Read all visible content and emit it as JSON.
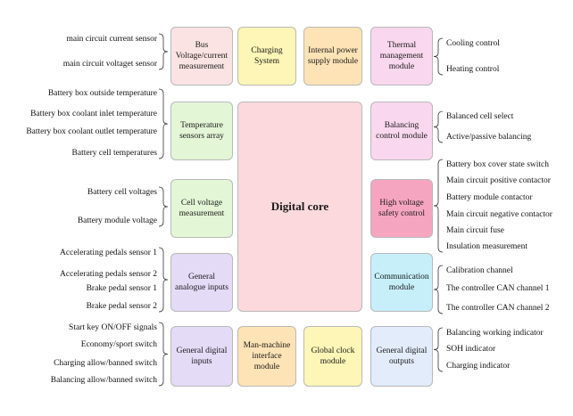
{
  "colors": {
    "pink": "#fbe3e3",
    "yellow": "#fdf6b6",
    "orange": "#fde3b5",
    "mauve": "#f9d7ee",
    "green": "#e3f6d6",
    "purple": "#e4dbf7",
    "red": "#f6a5c0",
    "cyan": "#c6effa",
    "blue": "#e2ecfb",
    "core": "#fcd9dd"
  },
  "modules": {
    "bus_voltage": "Bus Voltage/current measurement",
    "charging": "Charging System",
    "internal_power": "Internal power supply module",
    "thermal": "Thermal management module",
    "temperature": "Temperature sensors array",
    "balancing": "Balancing control module",
    "cell_voltage": "Cell voltage measurement",
    "high_voltage": "High voltage safety control",
    "analogue": "General analogue inputs",
    "communication": "Communication module",
    "digital_inputs": "General digital inputs",
    "man_machine": "Man-machine interface module",
    "global_clock": "Global clock module",
    "digital_outputs": "General digital outputs",
    "core": "Digital core"
  },
  "left_labels": {
    "bus": [
      "main circuit current sensor",
      "main circuit voltaget sensor"
    ],
    "temperature": [
      "Battery box outside temperature",
      "Battery box coolant inlet temperature",
      "Battery box coolant outlet temperature",
      "Battery cell temperatures"
    ],
    "cell_voltage": [
      "Battery cell voltages",
      "Battery module voltage"
    ],
    "analogue": [
      "Accelerating pedals sensor 1",
      "Accelerating pedals sensor 2",
      "Brake pedal sensor 1",
      "Brake pedal sensor 2"
    ],
    "digital": [
      "Start key ON/OFF signals",
      "Economy/sport switch",
      "Charging allow/banned switch",
      "Balancing allow/banned switch"
    ]
  },
  "right_labels": {
    "thermal": [
      "Cooling control",
      "Heating control"
    ],
    "balancing": [
      "Balanced cell select",
      "Active/passive balancing"
    ],
    "high_voltage": [
      "Battery box cover state switch",
      "Main circuit positive contactor",
      "Battery module contactor",
      "Main circuit negative contactor",
      "Main circuit fuse",
      "Insulation measurement"
    ],
    "communication": [
      "Calibration channel",
      "The controller CAN channel 1",
      "The controller CAN channel 2"
    ],
    "digital_outputs": [
      "Balancing working indicator",
      "SOH indicator",
      "Charging indicator"
    ]
  }
}
